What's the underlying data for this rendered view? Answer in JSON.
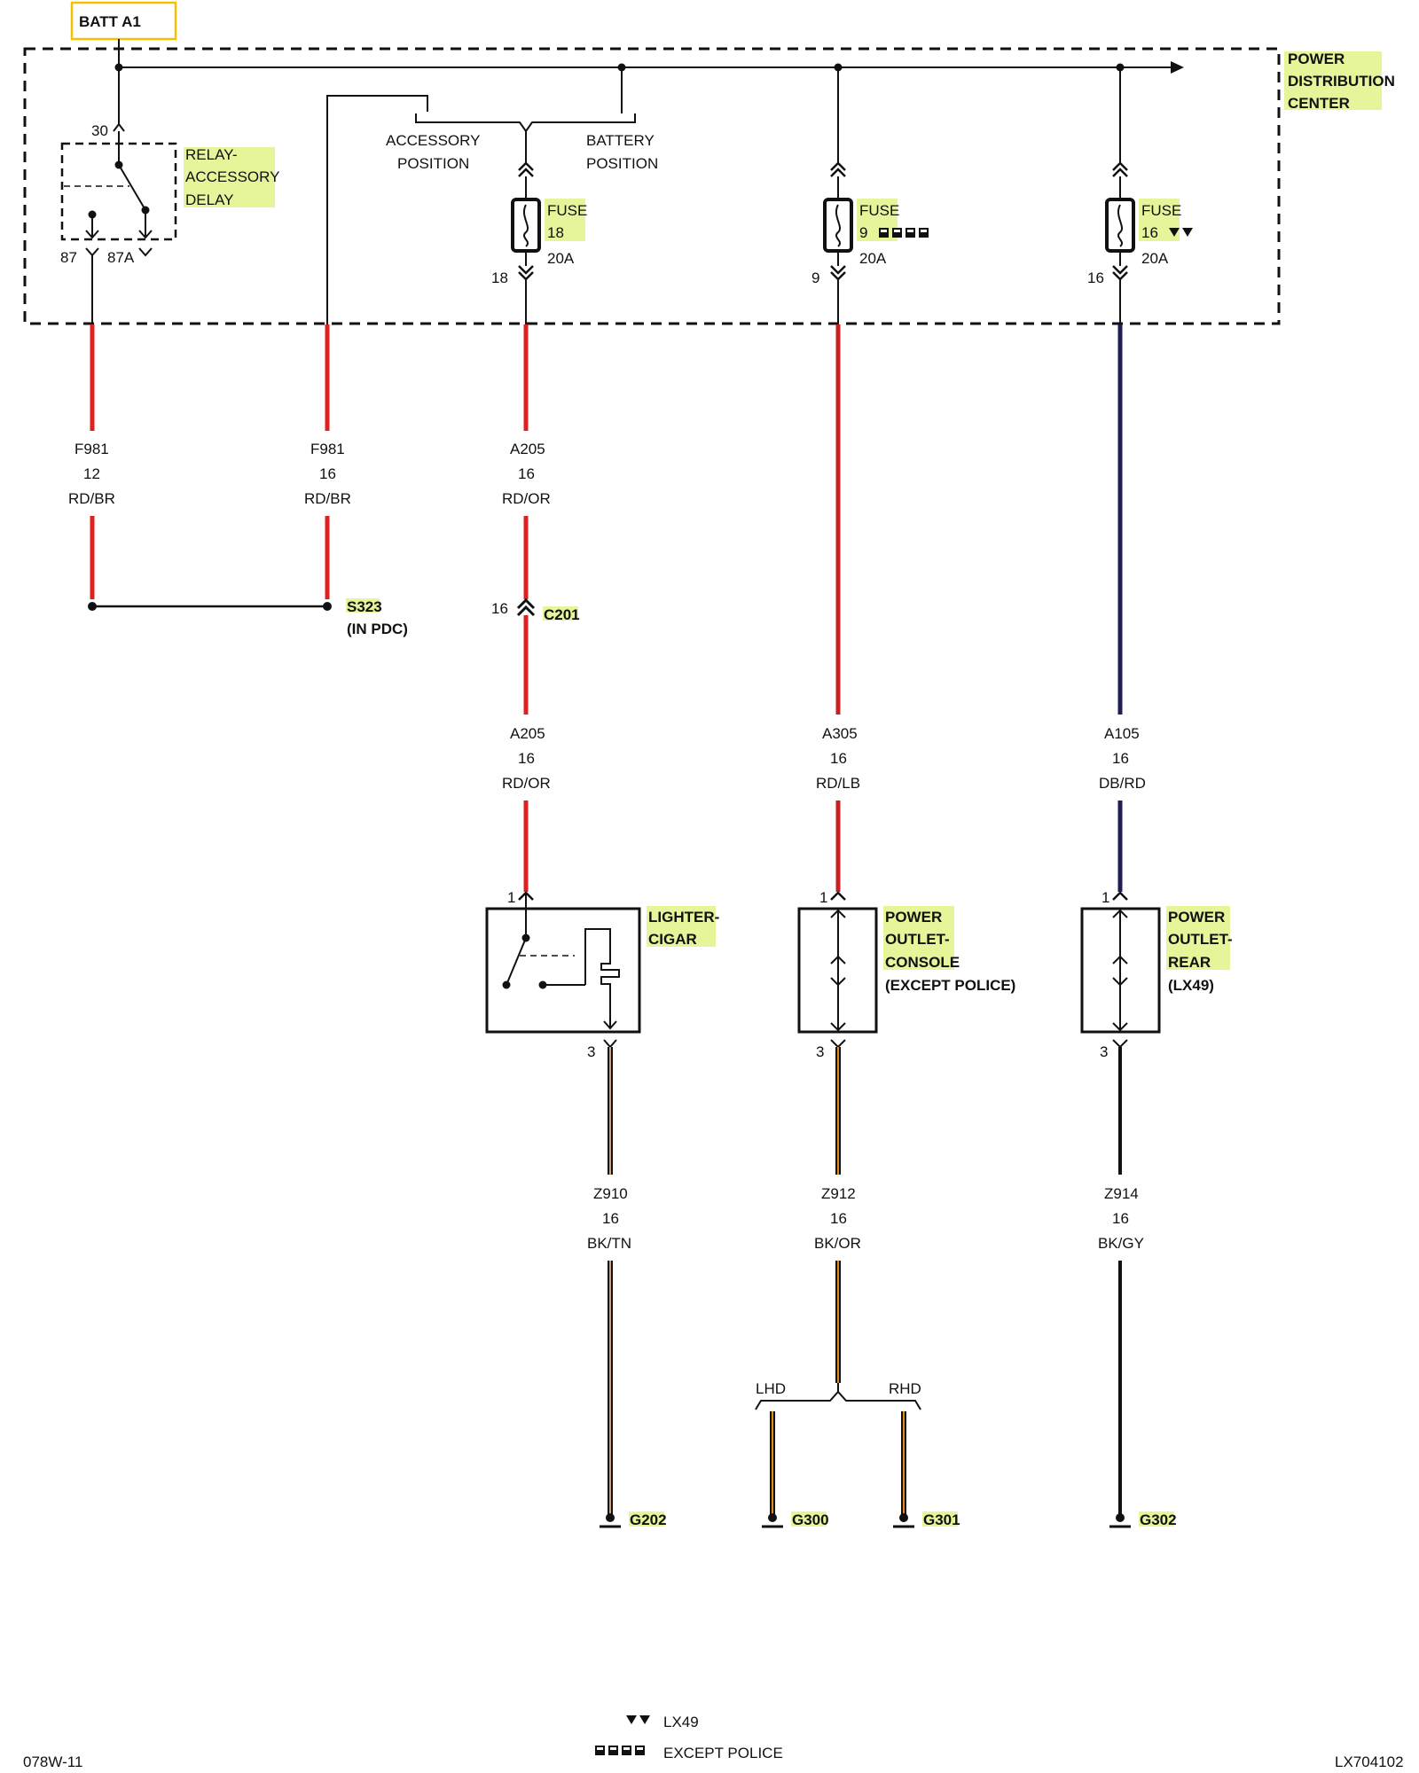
{
  "batt_label": "BATT A1",
  "pdc_label": [
    "POWER",
    "DISTRIBUTION",
    "CENTER"
  ],
  "relay": {
    "label": [
      "RELAY-",
      "ACCESSORY",
      "DELAY"
    ],
    "pin_30": "30",
    "pin_87": "87",
    "pin_87a": "87A"
  },
  "switch": {
    "accessory": [
      "ACCESSORY",
      "POSITION"
    ],
    "battery": [
      "BATTERY",
      "POSITION"
    ]
  },
  "fuses": [
    {
      "name": "FUSE",
      "num": "18",
      "rating": "20A",
      "pin": "18"
    },
    {
      "name": "FUSE",
      "num": "9",
      "rating": "20A",
      "pin": "9"
    },
    {
      "name": "FUSE",
      "num": "16",
      "rating": "20A",
      "pin": "16"
    }
  ],
  "wires": {
    "f981_a": {
      "circuit": "F981",
      "gauge": "12",
      "color": "RD/BR"
    },
    "f981_b": {
      "circuit": "F981",
      "gauge": "16",
      "color": "RD/BR"
    },
    "a205_top": {
      "circuit": "A205",
      "gauge": "16",
      "color": "RD/OR"
    },
    "a205_bot": {
      "circuit": "A205",
      "gauge": "16",
      "color": "RD/OR"
    },
    "a305": {
      "circuit": "A305",
      "gauge": "16",
      "color": "RD/LB"
    },
    "a105": {
      "circuit": "A105",
      "gauge": "16",
      "color": "DB/RD"
    },
    "z910": {
      "circuit": "Z910",
      "gauge": "16",
      "color": "BK/TN"
    },
    "z912": {
      "circuit": "Z912",
      "gauge": "16",
      "color": "BK/OR"
    },
    "z914": {
      "circuit": "Z914",
      "gauge": "16",
      "color": "BK/GY"
    }
  },
  "splice": {
    "name": "S323",
    "note": "(IN PDC)"
  },
  "connector": {
    "name": "C201",
    "pin": "16"
  },
  "components": {
    "lighter": {
      "label": [
        "LIGHTER-",
        "CIGAR"
      ],
      "pin_in": "1",
      "pin_out": "3"
    },
    "console": {
      "label": [
        "POWER",
        "OUTLET-",
        "CONSOLE"
      ],
      "note": "(EXCEPT POLICE)",
      "pin_in": "1",
      "pin_out": "3"
    },
    "rear": {
      "label": [
        "POWER",
        "OUTLET-",
        "REAR"
      ],
      "note": "(LX49)",
      "pin_in": "1",
      "pin_out": "3"
    }
  },
  "branch": {
    "left": "LHD",
    "right": "RHD"
  },
  "grounds": [
    "G202",
    "G300",
    "G301",
    "G302"
  ],
  "legend": {
    "lx49": "LX49",
    "except_police": "EXCEPT POLICE"
  },
  "footer": {
    "left": "078W-11",
    "right": "LX704102"
  },
  "colors": {
    "red": "#e02020",
    "dark_blue": "#1f1f55",
    "black": "#111111",
    "tan": "#c9a27a",
    "orange": "#e08a1a",
    "highlight": "#e6f59a",
    "batt_box": "#f2c200"
  }
}
